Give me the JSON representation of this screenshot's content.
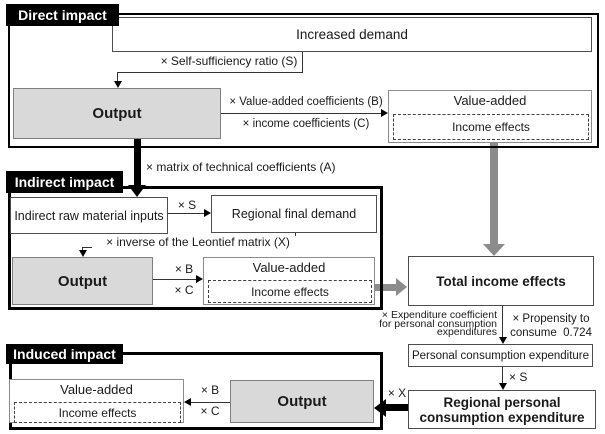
{
  "sections": {
    "direct": {
      "label": "Direct impact"
    },
    "indirect": {
      "label": "Indirect impact"
    },
    "induced": {
      "label": "Induced impact"
    }
  },
  "direct": {
    "increased_demand": "Increased demand",
    "self_sufficiency_label": "× Self-sufficiency ratio (S)",
    "output": "Output",
    "value_added_coeff_label": "× Value-added coefficients (B)",
    "income_coeff_label": "× income coefficients (C)",
    "value_added": "Value-added",
    "income_effects": "Income effects",
    "technical_coeff_label": "× matrix of technical coefficients (A)"
  },
  "indirect": {
    "raw_material_inputs": "Indirect raw material inputs",
    "times_s_label": "× S",
    "regional_final_demand": "Regional final demand",
    "leontief_label": "× inverse of the Leontief matrix (X)",
    "output": "Output",
    "times_b_label": "× B",
    "times_c_label": "× C",
    "value_added": "Value-added",
    "income_effects": "Income effects"
  },
  "income_flow": {
    "total_income_effects": "Total income effects",
    "expenditure_coeff_line1": "× Expenditure coefficient",
    "expenditure_coeff_line2": "for personal consumption",
    "expenditure_coeff_line3": "expenditures",
    "propensity_line1": "× Propensity to",
    "propensity_line2": "consume  0.724",
    "personal_consumption_expenditure": "Personal consumption expenditure",
    "times_s_label": "× S",
    "regional_personal_line1": "Regional personal",
    "regional_personal_line2": "consumption expenditure",
    "times_x_label": "× X"
  },
  "induced": {
    "value_added": "Value-added",
    "income_effects": "Income effects",
    "times_b_label": "× B",
    "times_c_label": "× C",
    "output": "Output"
  },
  "colors": {
    "gray_box_fill": "#d9d9d9",
    "gray_arrow": "#8c8c8c",
    "section_label_bg": "#000000",
    "section_label_text": "#ffffff"
  }
}
